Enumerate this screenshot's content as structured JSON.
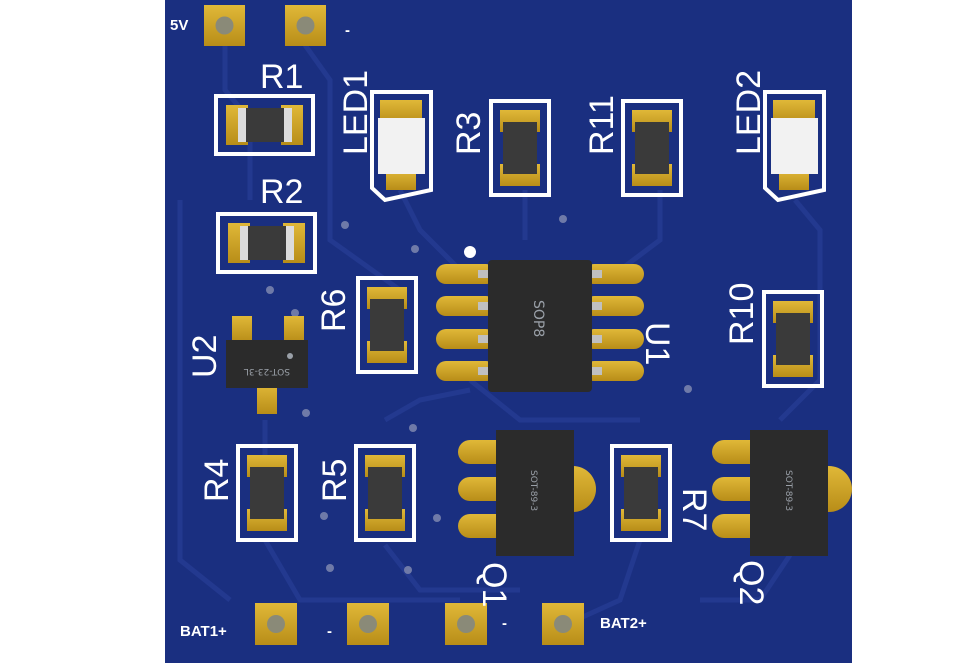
{
  "labels": {
    "vcc": "5V",
    "minus_top": "-",
    "bat1": "BAT1+",
    "minus_bl": "-",
    "minus_br": "-",
    "bat2": "BAT2+"
  },
  "refs": {
    "r1": "R1",
    "r2": "R2",
    "r3": "R3",
    "r4": "R4",
    "r5": "R5",
    "r6": "R6",
    "r7": "R7",
    "r10": "R10",
    "r11": "R11",
    "led1": "LED1",
    "led2": "LED2",
    "u1": "U1",
    "u2": "U2",
    "q1": "Q1",
    "q2": "Q2"
  },
  "packages": {
    "u1": "SOP8",
    "u2": "SOT-23-3L",
    "q1": "SOT-89-3",
    "q2": "SOT-89-3"
  },
  "colors": {
    "board": "#1a2f80",
    "copper_pad": "#c9a227",
    "silkscreen": "#ffffff",
    "ic_body": "#2b2b2b",
    "led_lens": "#f2f2f2"
  }
}
